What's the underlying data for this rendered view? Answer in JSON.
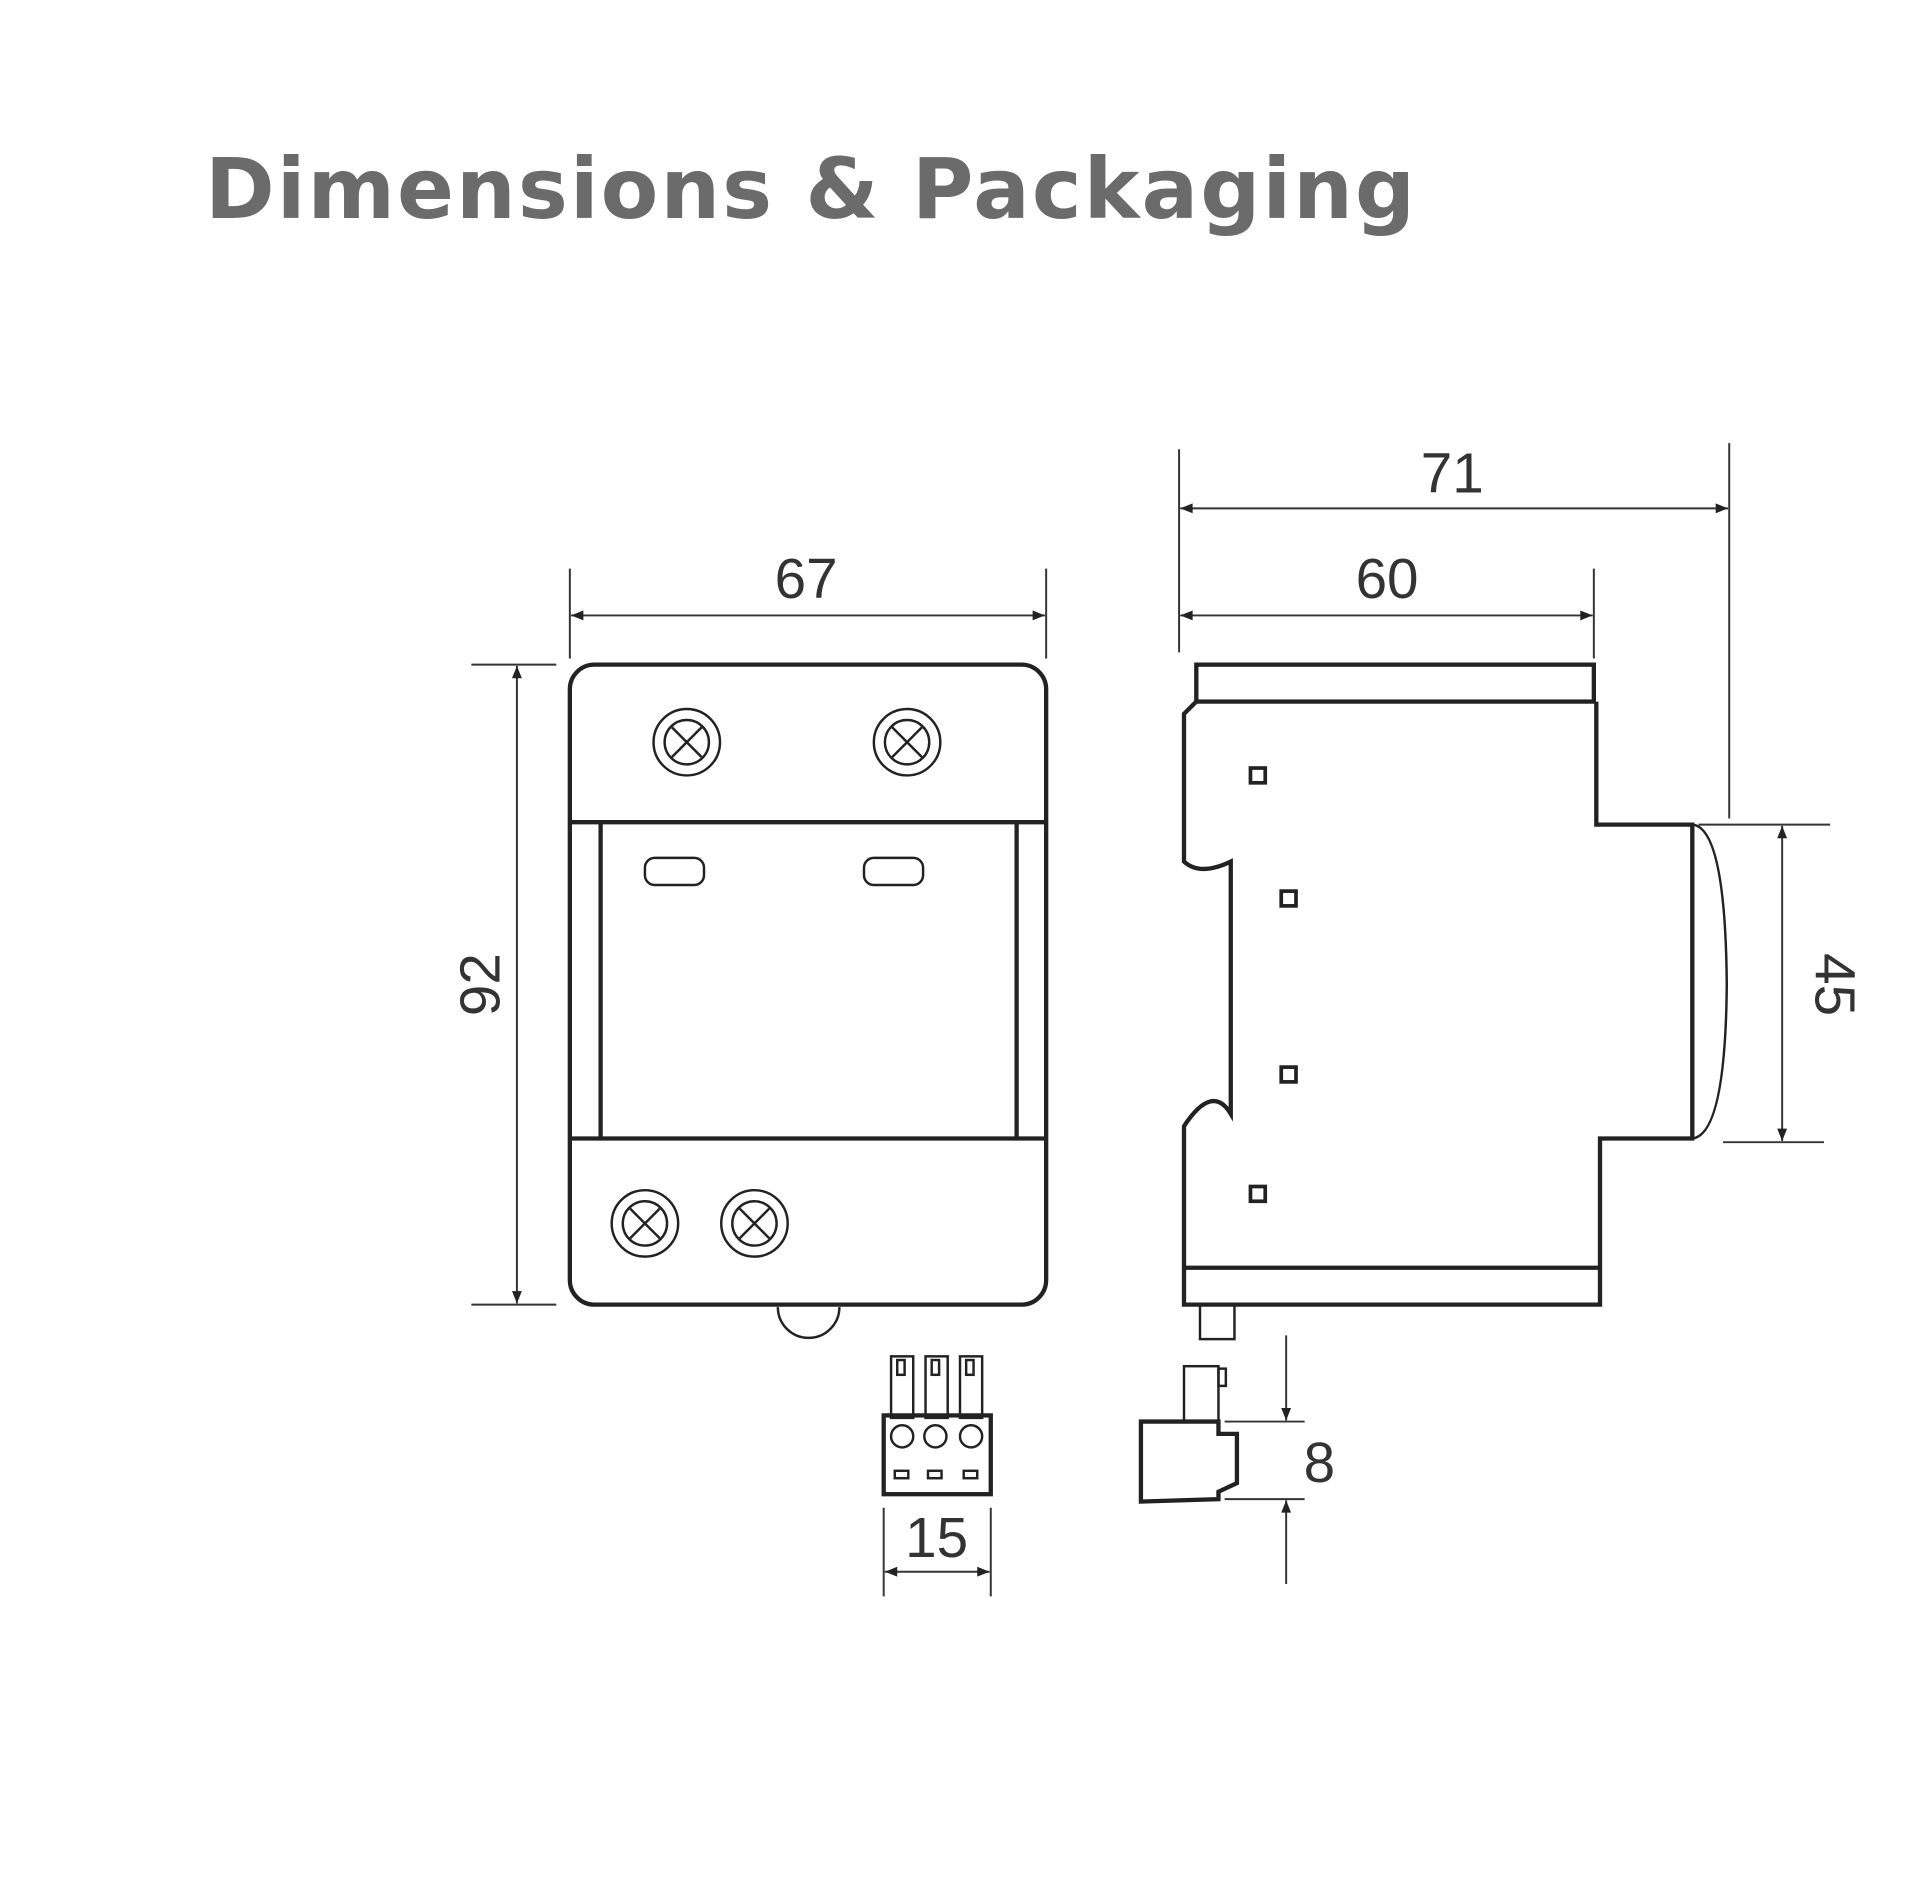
{
  "title": "Dimensions & Packaging",
  "dimensions": {
    "front_width": "67",
    "front_height": "92",
    "side_total_depth": "71",
    "side_body_depth": "60",
    "side_front_height": "45",
    "connector_width": "15",
    "connector_height": "8"
  }
}
